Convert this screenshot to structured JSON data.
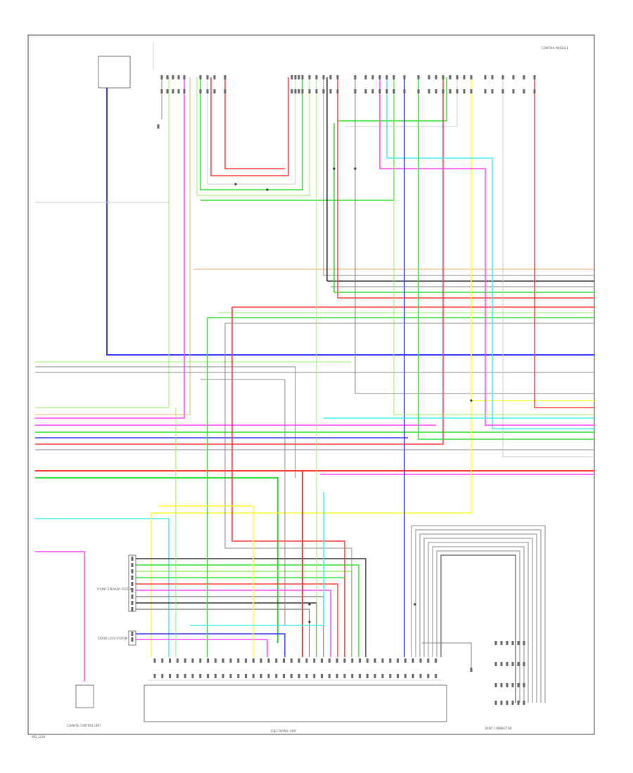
{
  "colors": {
    "blue": "#3b3bff",
    "red": "#ff3b3b",
    "green": "#33dd33",
    "lightgreen": "#99ee66",
    "magenta": "#ff44ff",
    "cyan": "#44eeee",
    "yellow": "#ffff33",
    "gray": "#888888",
    "black": "#333333",
    "orange": "#e8b070",
    "lightgray": "#cccccc"
  },
  "labels": {
    "bottom_connector": "ELECTRONIC UNIT",
    "right_bottom": "JOINT CONNECTOR",
    "left_bottom_box": "CLIMATE CONTROL UNIT",
    "left_mid_box": "FRONT SPEAKER SYSTEM",
    "left_mid2_box": "DOOR LOCK SYSTEM",
    "top_right": "CONTROL MODULE",
    "page_id": "WD_1234"
  }
}
